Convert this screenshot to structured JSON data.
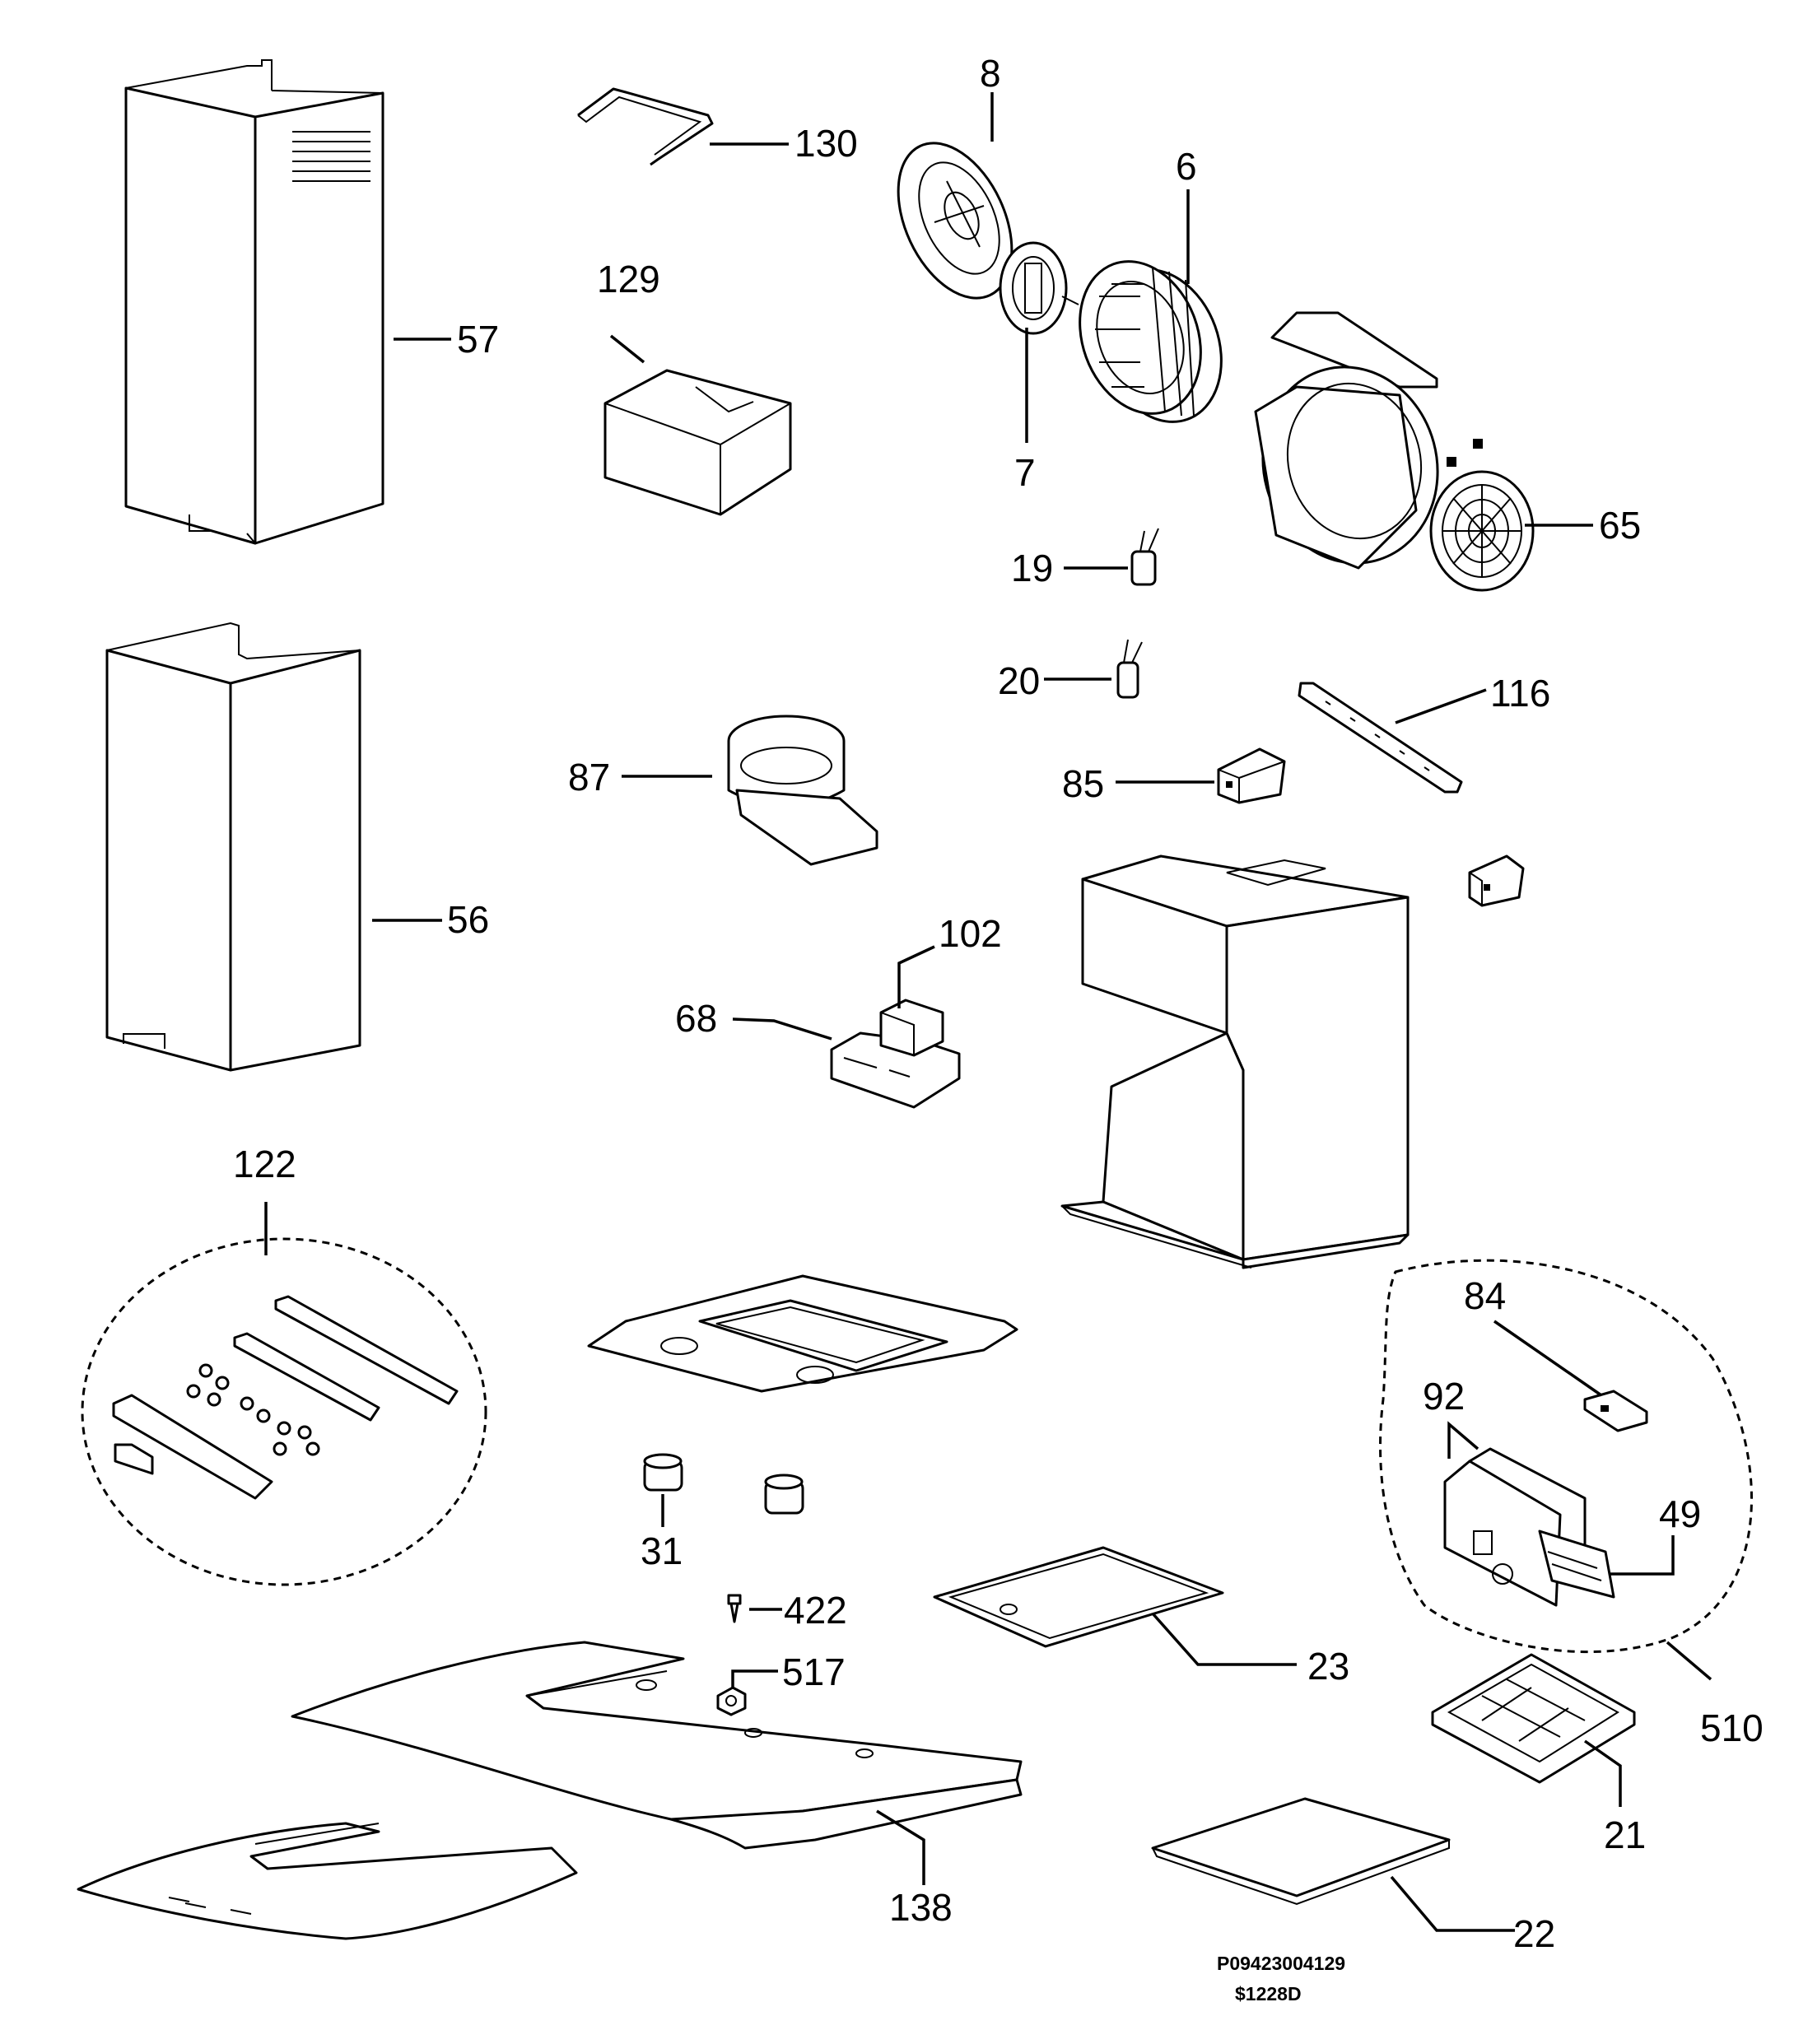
{
  "labels": {
    "p8": "8",
    "p130": "130",
    "p6": "6",
    "p57": "57",
    "p129": "129",
    "p7": "7",
    "p65": "65",
    "p19": "19",
    "p20": "20",
    "p116": "116",
    "p87": "87",
    "p85": "85",
    "p56": "56",
    "p102": "102",
    "p68": "68",
    "p122": "122",
    "p84": "84",
    "p92": "92",
    "p49": "49",
    "p31": "31",
    "p422": "422",
    "p517": "517",
    "p23": "23",
    "p510": "510",
    "p21": "21",
    "p138": "138",
    "p22": "22"
  },
  "footer": {
    "code1": "P09423004129",
    "code2": "$1228D"
  }
}
